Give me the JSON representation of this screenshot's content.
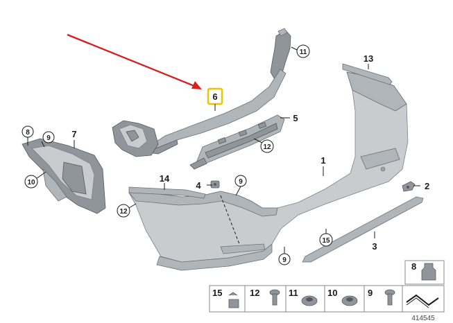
{
  "callouts": {
    "c1": "1",
    "c2": "2",
    "c3": "3",
    "c4": "4",
    "c5": "5",
    "c6": "6",
    "c7": "7",
    "c8": "8",
    "c9a": "9",
    "c9b": "9",
    "c9c": "9",
    "c10": "10",
    "c11": "11",
    "c12a": "12",
    "c12b": "12",
    "c13": "13",
    "c14": "14",
    "c15": "15"
  },
  "legend": {
    "box8": "8",
    "items": [
      "15",
      "12",
      "11",
      "10",
      "9"
    ]
  },
  "drawing_number": "414545",
  "colors": {
    "arrow": "#d62020",
    "highlight_box": "#f2c200",
    "part_gray": "#b0b5ba"
  }
}
